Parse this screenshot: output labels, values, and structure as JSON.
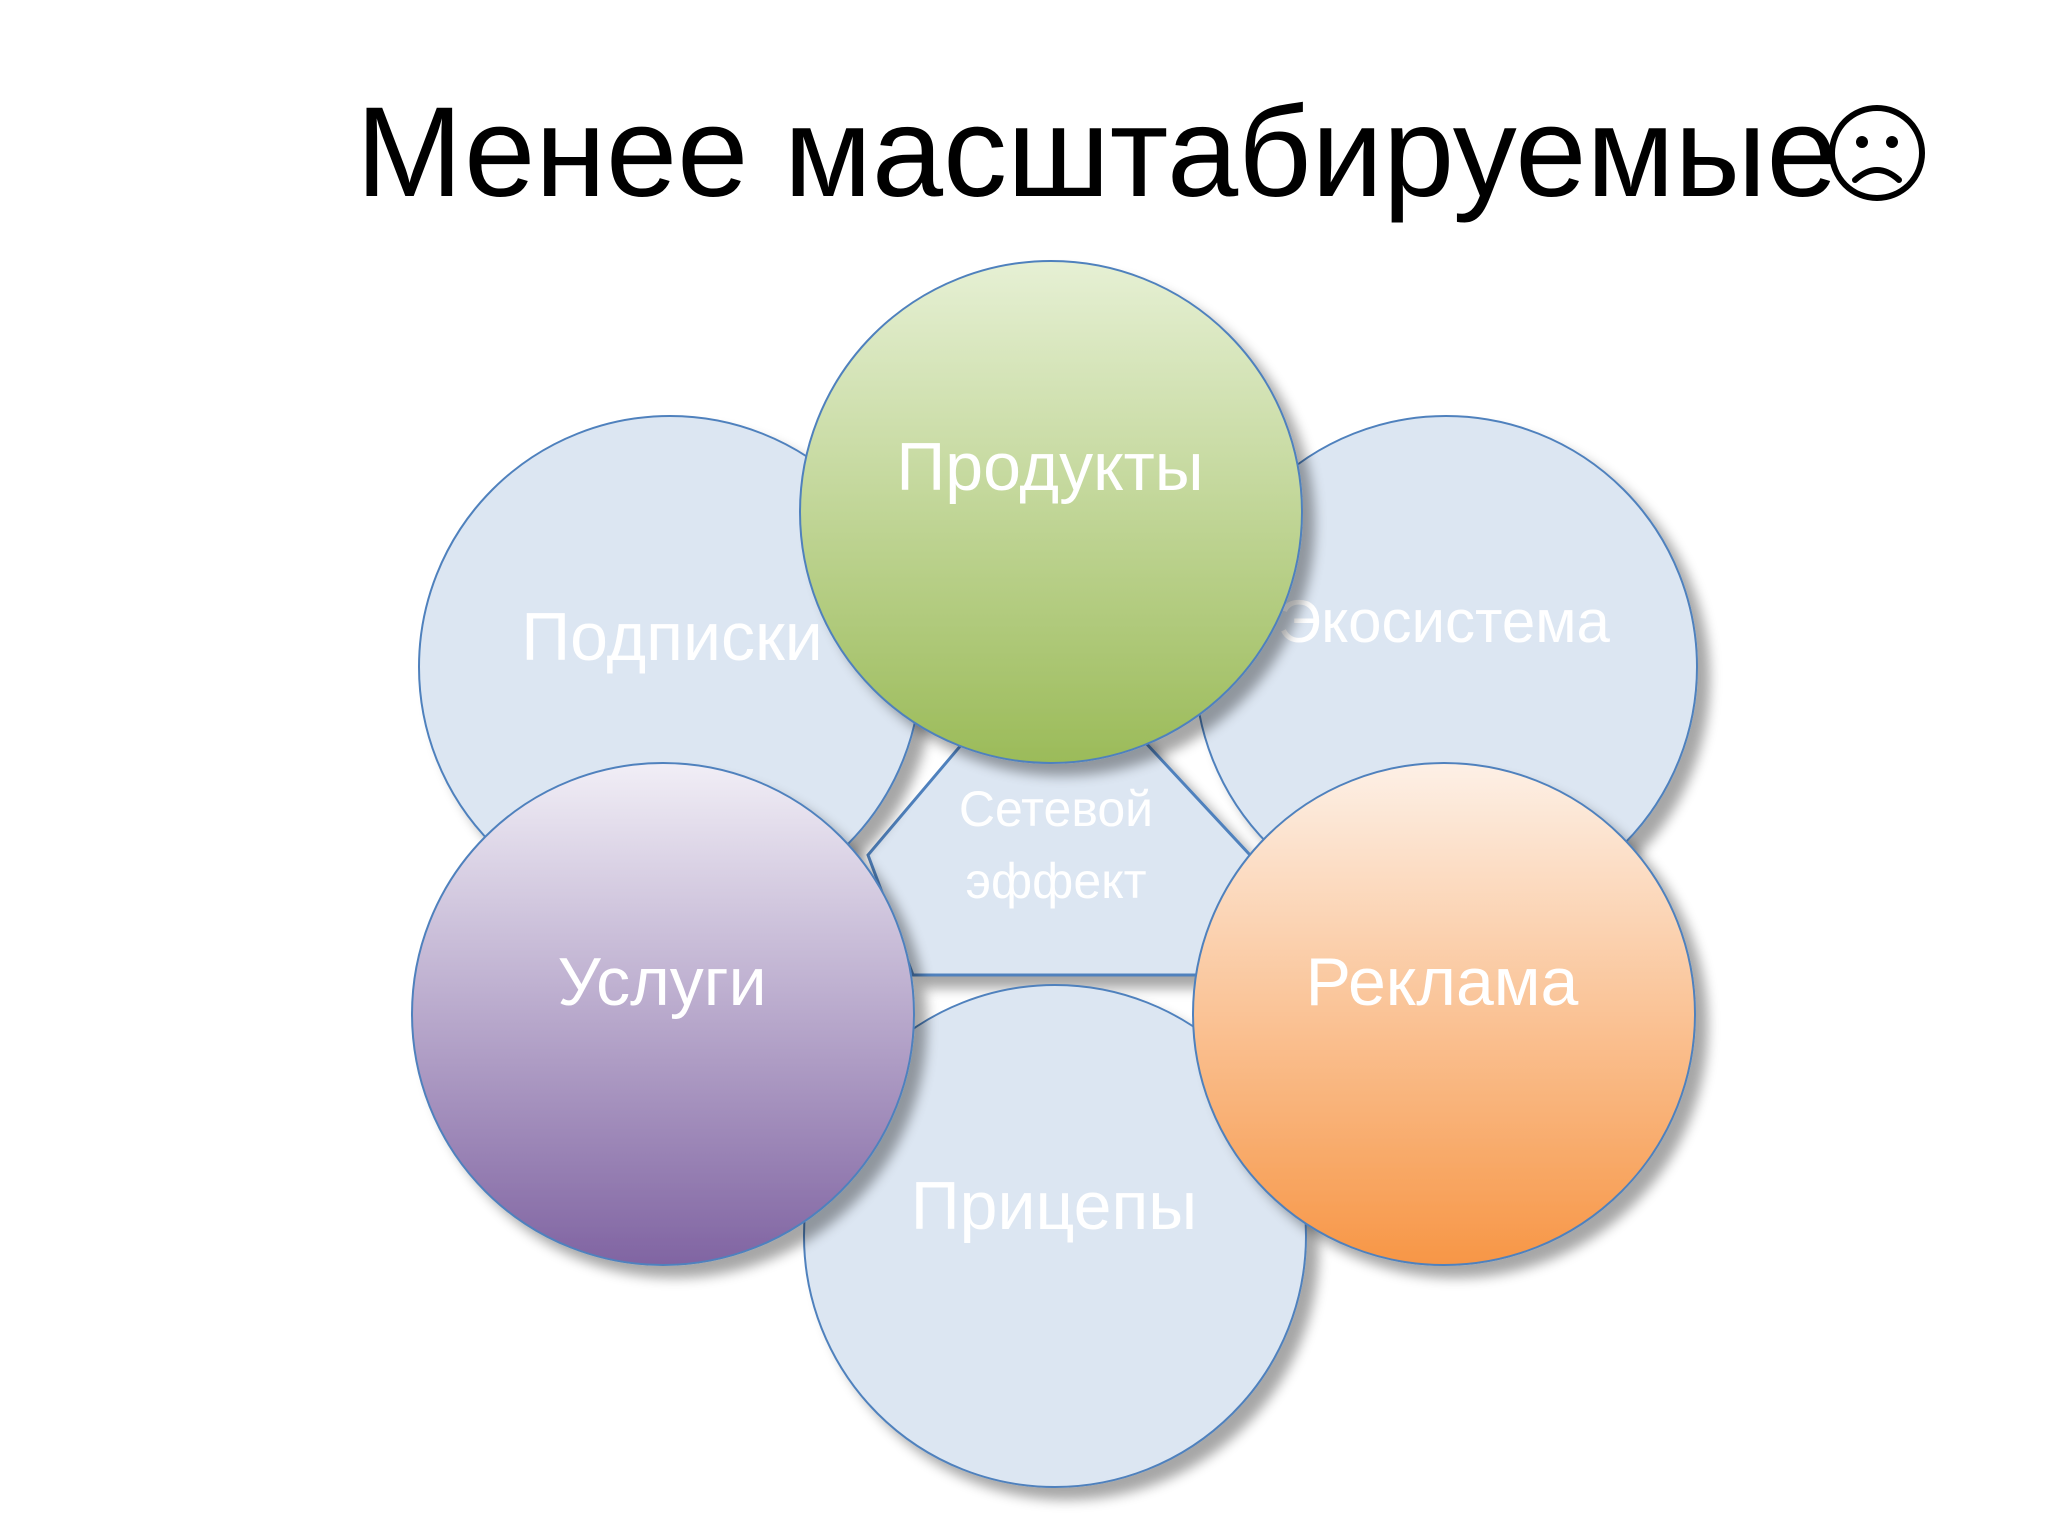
{
  "slide": {
    "title": "Менее масштабируемые",
    "emoticon": "sad-face-icon"
  },
  "diagram": {
    "center": {
      "label_line1": "Сетевой",
      "label_line2": "эффект"
    },
    "highlighted": [
      {
        "id": "products",
        "label": "Продукты",
        "color_top": "#e6f0d4",
        "color_bottom": "#9bbb59"
      },
      {
        "id": "services",
        "label": "Услуги",
        "color_top": "#f1eef6",
        "color_bottom": "#8064a2"
      },
      {
        "id": "advertising",
        "label": "Реклама",
        "color_top": "#fdf0e6",
        "color_bottom": "#f79646"
      }
    ],
    "faded": [
      {
        "id": "subscriptions",
        "label": "Подписки"
      },
      {
        "id": "ecosystem",
        "label": "Экосистема"
      },
      {
        "id": "trailers",
        "label": "Прицепы"
      }
    ],
    "colors": {
      "faded_fill": "#dce6f2",
      "outline": "#4f81bd",
      "label": "#ffffff"
    }
  }
}
